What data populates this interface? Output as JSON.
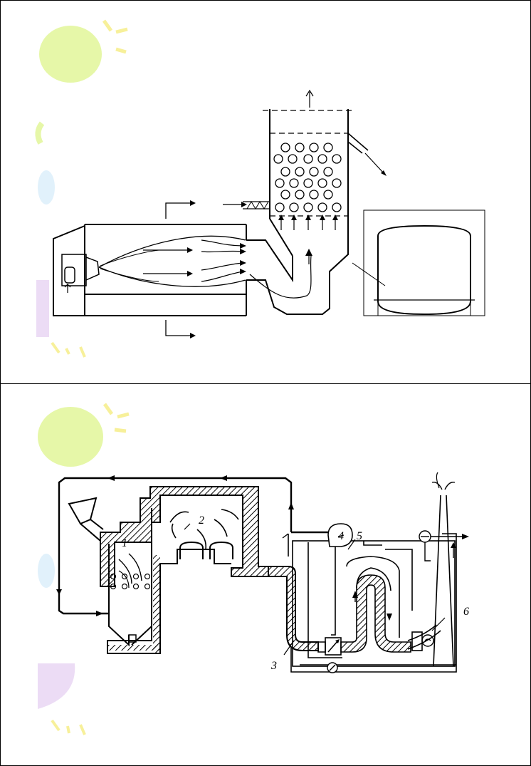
{
  "slides": [
    {
      "id": "slide-1",
      "diagram": "fluidized-bed-cooler-diagram"
    },
    {
      "id": "slide-2",
      "diagram": "heat-recovery-plant-diagram",
      "labels": {
        "l1": "1",
        "l2": "2",
        "l3": "3",
        "l4": "4",
        "l5": "5",
        "l6": "6"
      }
    }
  ],
  "colors": {
    "line": "#000000",
    "decor_green": "#e6f7a8",
    "decor_blue": "#e1f1fb",
    "decor_purple": "#ecdcf5",
    "decor_yellow": "#f7f09a"
  }
}
